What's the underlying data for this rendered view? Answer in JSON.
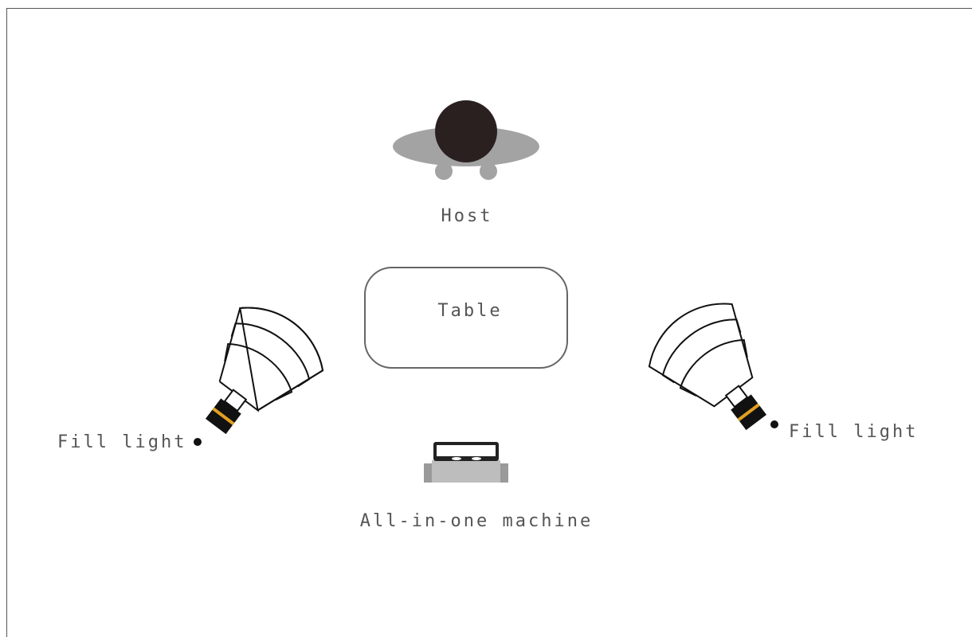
{
  "labels": {
    "host": "Host",
    "table": "Table",
    "fill_light_left": "Fill light",
    "fill_light_right": "Fill light",
    "machine": "All-in-one machine"
  },
  "colors": {
    "frame": "#555555",
    "shoulders": "#a3a3a3",
    "head": "#2a2020",
    "lamp_body": "#111111",
    "lamp_band": "#e0a020",
    "outline": "#111111",
    "table_border": "#666666",
    "machine_screen": "#222222",
    "machine_base": "#bdbdbd"
  }
}
